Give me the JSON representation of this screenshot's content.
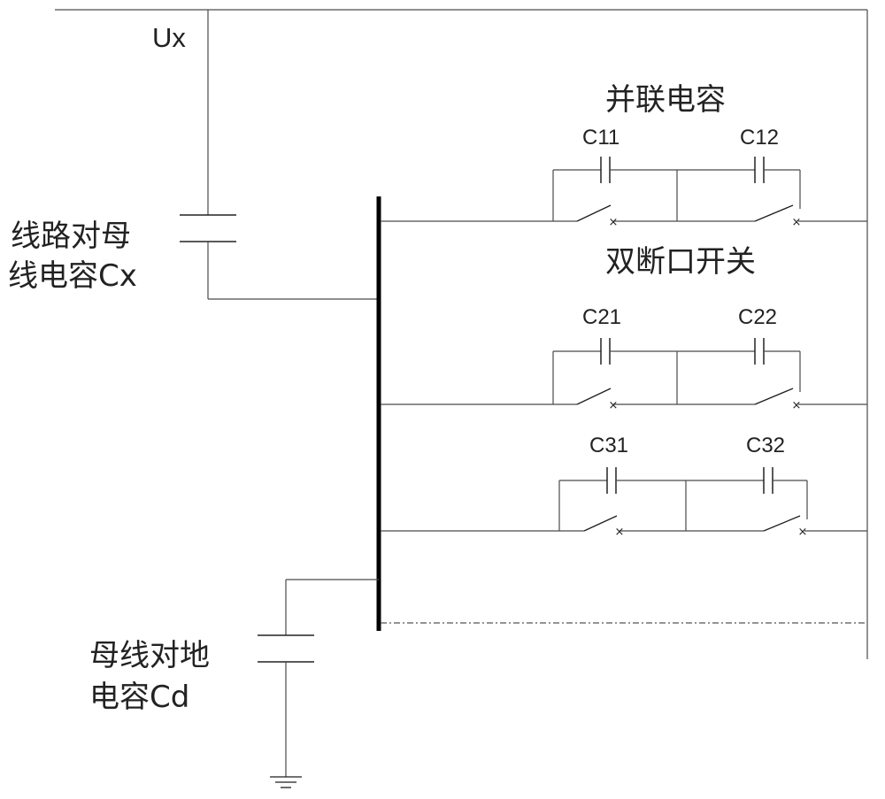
{
  "labels": {
    "ux": "Ux",
    "parallel_capacitor": "并联电容",
    "double_break_switch": "双断口开关",
    "line_to_bus_cap_line1": "线路对母",
    "line_to_bus_cap_line2": "线电容Cx",
    "bus_to_ground_cap_line1": "母线对地",
    "bus_to_ground_cap_line2": "电容Cd"
  },
  "capacitors": {
    "c11": "C11",
    "c12": "C12",
    "c21": "C21",
    "c22": "C22",
    "c31": "C31",
    "c32": "C32"
  },
  "switch_contact_mark": "×"
}
